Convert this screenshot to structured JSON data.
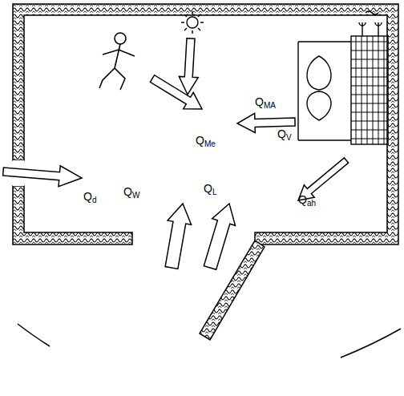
{
  "diagram": {
    "labels": [
      "QMA",
      "QMe",
      "Qd",
      "QV",
      "QW",
      "QL",
      "Qah"
    ]
  }
}
